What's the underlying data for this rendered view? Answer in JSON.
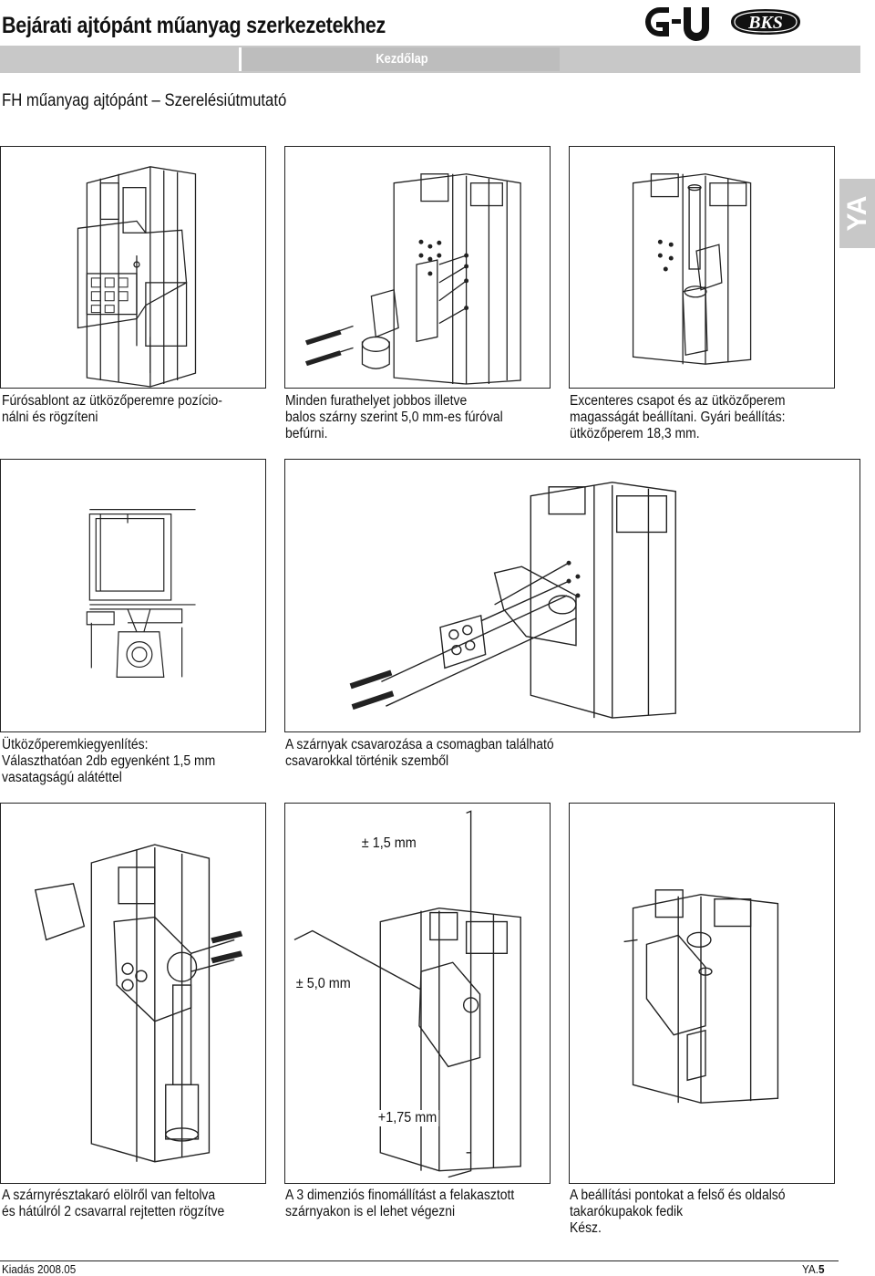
{
  "header": {
    "title": "Bejárati ajtópánt műanyag szerkezetekhez",
    "brand_gu": "G-U",
    "brand_bks": "BKS",
    "nav_link": "Kezdőlap"
  },
  "subtitle": "FH műanyag ajtópánt – Szerelésiútmutató",
  "side_tab": "YA",
  "steps": [
    {
      "lines": [
        "Fúrósablont az ütközőperemre pozício-",
        "nálni és rögzíteni"
      ]
    },
    {
      "lines": [
        "Minden furathelyet jobbos illetve",
        "balos szárny szerint 5,0 mm-es fúróval",
        "befúrni."
      ]
    },
    {
      "lines": [
        "Excenteres csapot és az ütközőperem",
        "magasságát beállítani. Gyári beállítás:",
        "ütközőperem 18,3 mm."
      ]
    },
    {
      "lines": [
        "Ütközőperemkiegyenlítés:",
        "Választhatóan 2db egyenként 1,5 mm",
        "vasatagságú alátéttel"
      ]
    },
    {
      "lines": [
        "A szárnyak csavarozása a csomagban található",
        "csavarokkal történik szemből"
      ]
    },
    {
      "lines": [
        "A szárnyrésztakaró elölről van feltolva",
        "és hátúlról 2 csavarral rejtetten rögzítve"
      ]
    },
    {
      "lines": [
        "A 3 dimenziós finomállítást a felakasztott",
        "szárnyakon is el lehet végezni"
      ]
    },
    {
      "lines": [
        "A beállítási pontokat a felső és oldalsó",
        "takarókupakok fedik",
        "Kész."
      ]
    }
  ],
  "adjust_labels": {
    "vertical": "± 1,5 mm",
    "horizontal": "± 5,0 mm",
    "depth": "+1,75 mm"
  },
  "footer": {
    "edition": "Kiadás 2008.05",
    "page_prefix": "YA.",
    "page_number": "5"
  },
  "colors": {
    "nav_gray": "#c8c8c8",
    "line_dark": "#222222",
    "text_white": "#ffffff"
  }
}
